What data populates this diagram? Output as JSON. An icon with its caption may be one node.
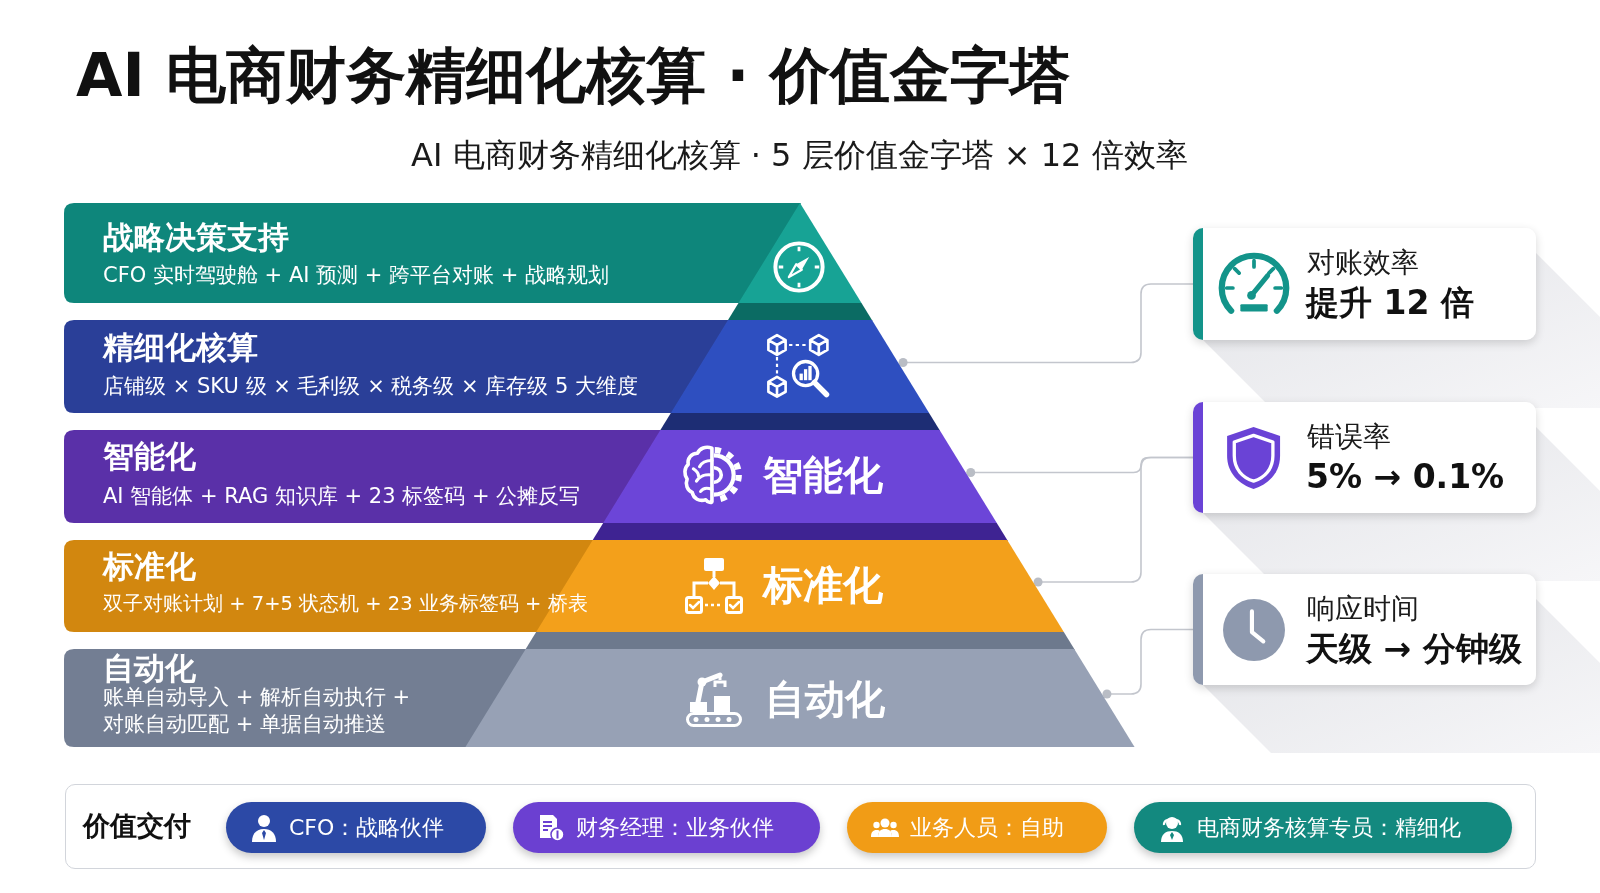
{
  "diagram": {
    "title": "AI 电商财务精细化核算 · 价值金字塔",
    "nodes": [
      {
        "text": [
          "战略决策支持",
          "CFO 实时驾驶舱 + AI 预测 + 跨平台对账 + 战略规划"
        ]
      },
      {
        "text": [
          "精细化核算",
          "店铺级 × SKU 级 × 毛利级 × 税务级 × 库存级 5 大维度"
        ]
      },
      {
        "text": [
          "智能化",
          "AI 智能体 + RAG 知识库 + 23 标签码 + 公摊反写",
          "智能化"
        ]
      },
      {
        "text": [
          "标准化",
          "双子对账计划 + 7+5 状态机 + 23 业务标签码 + 桥表",
          "标准化"
        ]
      },
      {
        "text": [
          "自动化",
          "账单自动导入 + 解析自动执行 + 对账自动匹配 + 单据自动推送",
          "自动化"
        ]
      },
      {
        "text": [
          "对账效率",
          "提升 12 倍"
        ]
      },
      {
        "text": [
          "错误率",
          "5% → 0.1%"
        ]
      },
      {
        "text": [
          "响应时间",
          "天级 → 分钟级"
        ]
      },
      {
        "text": [
          "价值交付"
        ]
      },
      {
        "text": [
          "CFO：战略伙伴"
        ],
        "in": 8
      },
      {
        "text": [
          "财务经理：业务伙伴"
        ],
        "in": 8
      },
      {
        "text": [
          "业务人员：自助"
        ],
        "in": 8
      },
      {
        "text": [
          "电商财务核算专员：精细化"
        ],
        "in": 8
      }
    ],
    "edges": [
      {
        "from": 1,
        "to": 5,
        "arrow": "other"
      },
      {
        "from": 2,
        "to": 6,
        "arrow": "other"
      },
      {
        "from": 3,
        "to": 6,
        "arrow": "other"
      },
      {
        "from": 4,
        "to": 7,
        "arrow": "other"
      }
    ],
    "labels": [
      "AI 电商财务精细化核算 · 5 层价值金字塔 × 12 倍效率"
    ]
  }
}
